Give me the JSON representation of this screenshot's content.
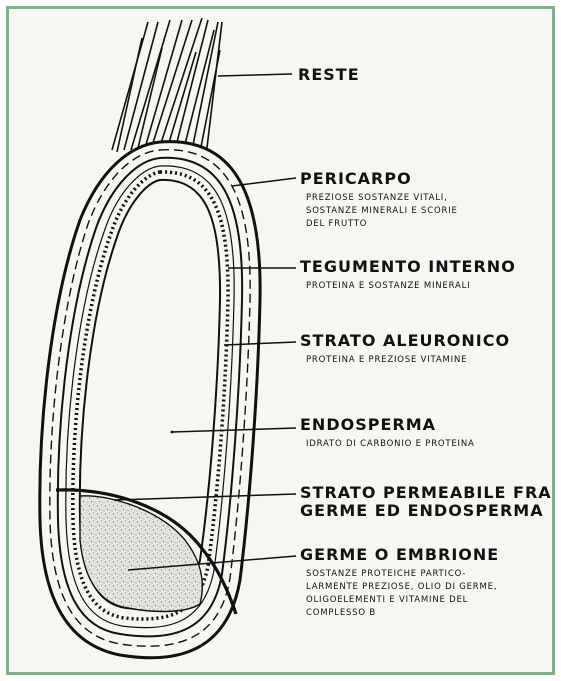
{
  "labels": {
    "reste": {
      "title": "RESTE"
    },
    "pericarpo": {
      "title": "PERICARPO",
      "desc": [
        "PREZIOSE SOSTANZE VITALI,",
        "SOSTANZE MINERALI E SCORIE",
        "DEL FRUTTO"
      ]
    },
    "tegumento": {
      "title": "TEGUMENTO INTERNO",
      "desc": [
        "PROTEINA E SOSTANZE MINERALI"
      ]
    },
    "aleuronico": {
      "title": "STRATO ALEURONICO",
      "desc": [
        "PROTEINA E PREZIOSE VITAMINE"
      ]
    },
    "endosperma": {
      "title": "ENDOSPERMA",
      "desc": [
        "IDRATO DI CARBONIO E PROTEINA"
      ]
    },
    "permeabile": {
      "title": [
        "STRATO PERMEABILE FRA",
        "GERME ED ENDOSPERMA"
      ]
    },
    "germe": {
      "title": "GERME O EMBRIONE",
      "desc": [
        "SOSTANZE PROTEICHE PARTICO-",
        "LARMENTE PREZIOSE, OLIO DI GERME,",
        "OLIGOELEMENTI E VITAMINE DEL",
        "COMPLESSO B"
      ]
    }
  }
}
